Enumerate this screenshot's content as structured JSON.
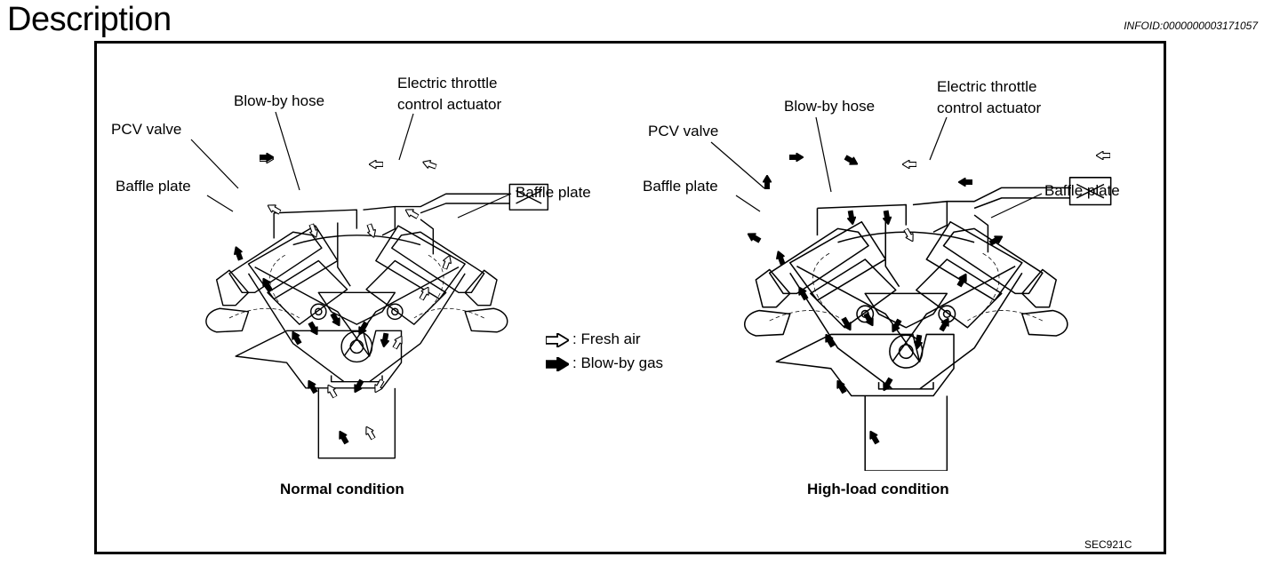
{
  "header": {
    "title": "Description",
    "info_id": "INFOID:0000000003171057"
  },
  "diagram": {
    "left_panel": {
      "caption": "Normal condition",
      "labels": {
        "pcv_valve": "PCV valve",
        "blowby_hose": "Blow-by hose",
        "throttle_line1": "Electric throttle",
        "throttle_line2": "control actuator",
        "baffle_left": "Baffle plate",
        "baffle_right": "Baffle plate"
      }
    },
    "right_panel": {
      "caption": "High-load condition",
      "labels": {
        "pcv_valve": "PCV valve",
        "blowby_hose": "Blow-by hose",
        "throttle_line1": "Electric throttle",
        "throttle_line2": "control actuator",
        "baffle_left": "Baffle plate",
        "baffle_right": "Baffle plate"
      }
    },
    "legend": {
      "fresh_air": ": Fresh air",
      "blowby_gas": ": Blow-by gas"
    },
    "code": "SEC921C"
  }
}
